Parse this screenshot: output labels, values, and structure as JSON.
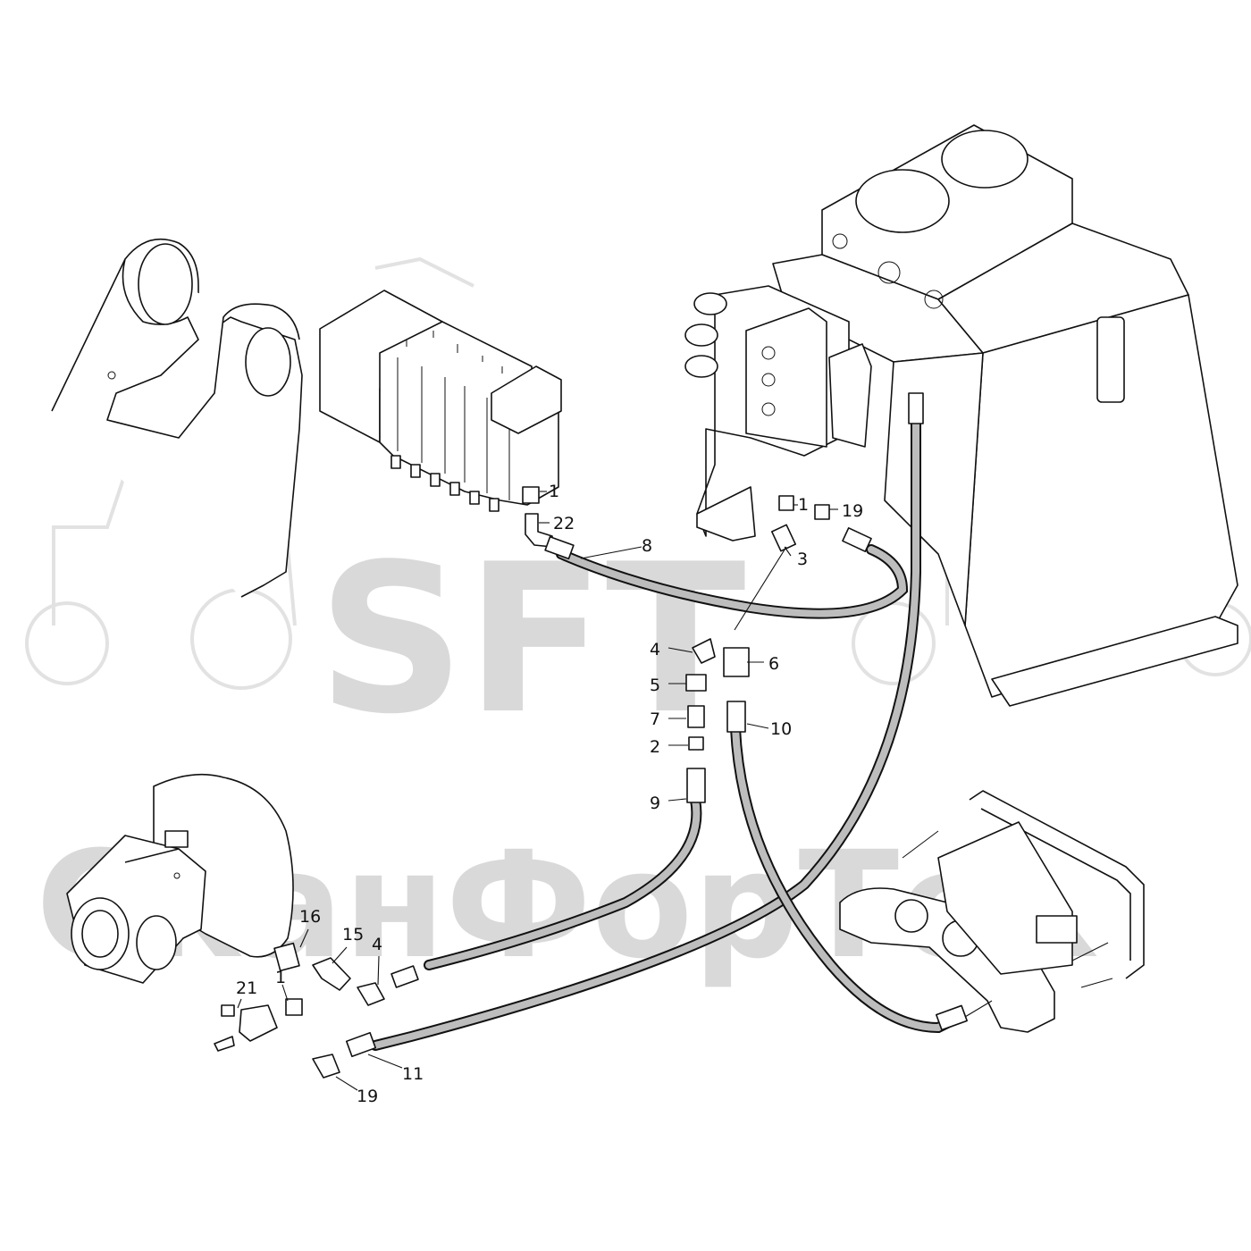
{
  "watermark": {
    "logo_text": "SFT",
    "brand_text": "СканФорТек"
  },
  "callouts": [
    "1",
    "22",
    "8",
    "1",
    "19",
    "3",
    "4",
    "6",
    "5",
    "7",
    "2",
    "10",
    "9",
    "16",
    "15",
    "4",
    "21",
    "1",
    "11",
    "19"
  ],
  "icons": {
    "loader-arm": "bracket-icon",
    "valve-bank": "valve-block-icon",
    "tank": "hydraulic-tank-icon",
    "pump": "pump-icon",
    "brake-valve": "brake-valve-icon"
  }
}
